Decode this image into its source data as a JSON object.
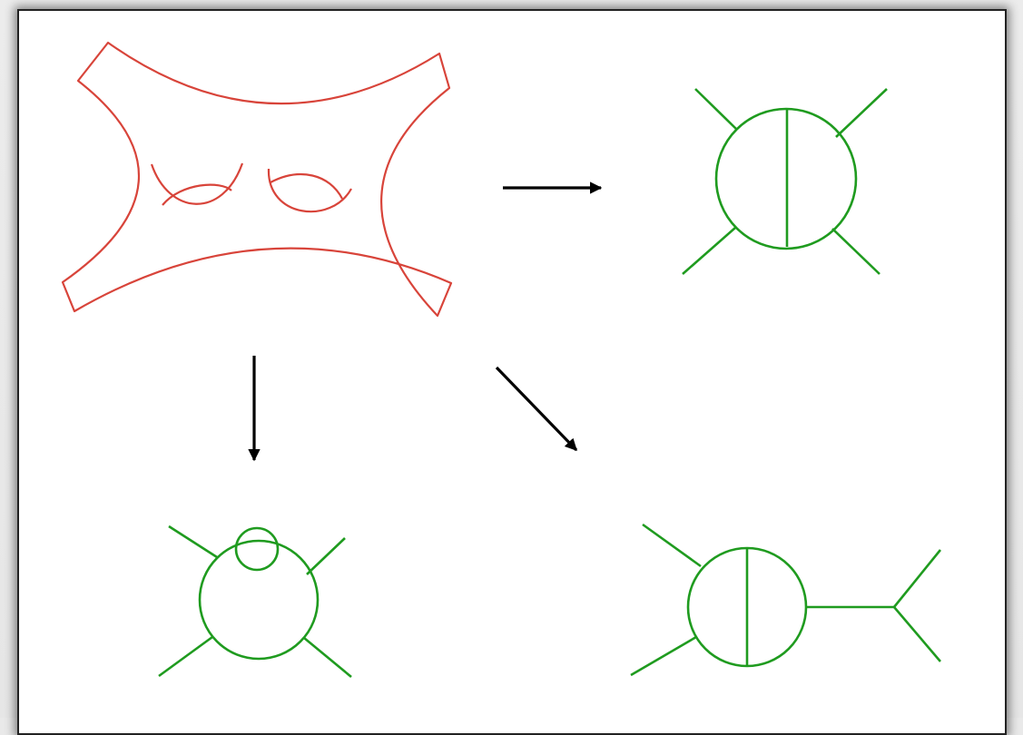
{
  "colors": {
    "surface": "#d8443a",
    "graph": "#1f9b1f",
    "arrow": "#000000",
    "card_background": "#ffffff",
    "card_border": "#222222"
  },
  "diagram": {
    "nodes": [
      {
        "id": "genus-two-surface",
        "kind": "surface with two handles and four legs",
        "color": "surface"
      },
      {
        "id": "graph-top-right",
        "kind": "circle with vertical chord and four legs",
        "color": "graph"
      },
      {
        "id": "graph-bottom-left",
        "kind": "circle with small loop and four legs",
        "color": "graph"
      },
      {
        "id": "graph-bottom-right",
        "kind": "circle with vertical chord, two left legs and a tree on the right",
        "color": "graph"
      }
    ],
    "edges": [
      {
        "from": "genus-two-surface",
        "to": "graph-top-right",
        "direction": "right"
      },
      {
        "from": "genus-two-surface",
        "to": "graph-bottom-left",
        "direction": "down"
      },
      {
        "from": "genus-two-surface",
        "to": "graph-bottom-right",
        "direction": "diagonal"
      }
    ]
  }
}
